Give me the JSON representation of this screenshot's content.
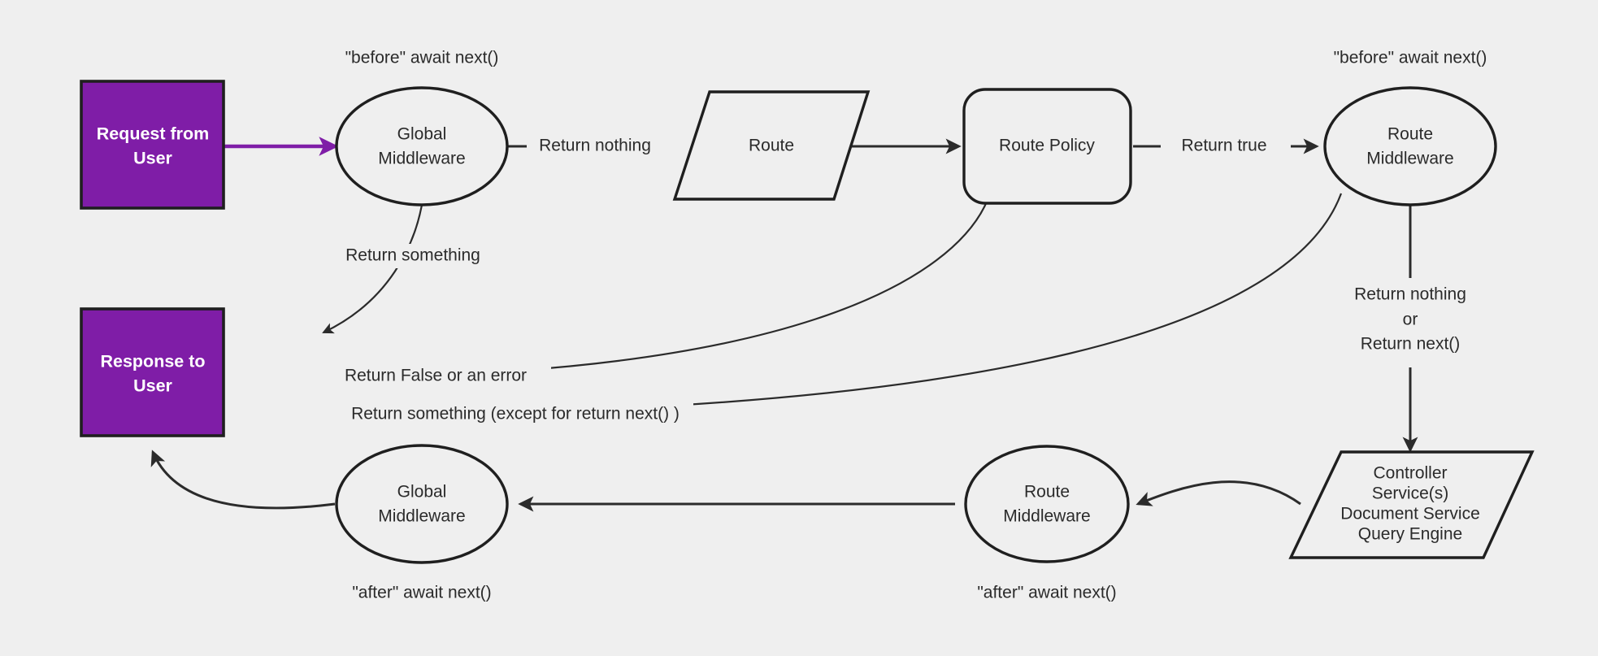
{
  "diagram": {
    "title": "Request / Response middleware lifecycle flowchart",
    "background_color": "#efefef",
    "accent_color": "#7f1da7",
    "line_color": "#2b2b2b",
    "nodes": [
      {
        "id": "request",
        "shape": "rect",
        "label": "Request from\nUser",
        "line1": "Request from",
        "line2": "User"
      },
      {
        "id": "response",
        "shape": "rect",
        "label": "Response to\nUser",
        "line1": "Response to",
        "line2": "User"
      },
      {
        "id": "global_mw_before",
        "shape": "ellipse",
        "line1": "Global",
        "line2": "Middleware"
      },
      {
        "id": "route",
        "shape": "parallelogram",
        "line1": "Route"
      },
      {
        "id": "route_policy",
        "shape": "rounded-rect",
        "line1": "Route Policy"
      },
      {
        "id": "route_mw_before",
        "shape": "ellipse",
        "line1": "Route",
        "line2": "Middleware"
      },
      {
        "id": "controller",
        "shape": "parallelogram",
        "line1": "Controller",
        "line2": "Service(s)",
        "line3": "Document Service",
        "line4": "Query Engine"
      },
      {
        "id": "route_mw_after",
        "shape": "ellipse",
        "line1": "Route",
        "line2": "Middleware"
      },
      {
        "id": "global_mw_after",
        "shape": "ellipse",
        "line1": "Global",
        "line2": "Middleware"
      }
    ],
    "annotations": [
      {
        "id": "annot-before-global",
        "text": "\"before\" await next()"
      },
      {
        "id": "annot-before-route",
        "text": "\"before\" await next()"
      },
      {
        "id": "annot-after-global",
        "text": "\"after\" await next()"
      },
      {
        "id": "annot-after-route",
        "text": "\"after\" await next()"
      }
    ],
    "edges": [
      {
        "id": "request-to-global",
        "label": "",
        "color": "#7f1da7"
      },
      {
        "id": "global-to-route",
        "label": "Return nothing",
        "color": "#2b2b2b"
      },
      {
        "id": "route-to-policy",
        "label": "",
        "color": "#2b2b2b"
      },
      {
        "id": "policy-to-route-mw",
        "label": "Return true",
        "color": "#2b2b2b"
      },
      {
        "id": "global-to-response",
        "label": "Return something",
        "color": "#2b2b2b"
      },
      {
        "id": "policy-to-response",
        "label": "Return False or an error",
        "color": "#2b2b2b"
      },
      {
        "id": "route-mw-to-response",
        "label": "Return something (except for return next() )",
        "color": "#2b2b2b"
      },
      {
        "id": "route-mw-to-controller-l1",
        "label": "Return nothing",
        "color": "#2b2b2b"
      },
      {
        "id": "route-mw-to-controller-l2",
        "label": "or",
        "color": "#2b2b2b"
      },
      {
        "id": "route-mw-to-controller-l3",
        "label": "Return next()",
        "color": "#2b2b2b"
      },
      {
        "id": "controller-to-route-mw-after",
        "label": "",
        "color": "#2b2b2b"
      },
      {
        "id": "route-mw-after-to-global-after",
        "label": "",
        "color": "#2b2b2b"
      },
      {
        "id": "global-after-to-response",
        "label": "",
        "color": "#2b2b2b"
      }
    ]
  }
}
